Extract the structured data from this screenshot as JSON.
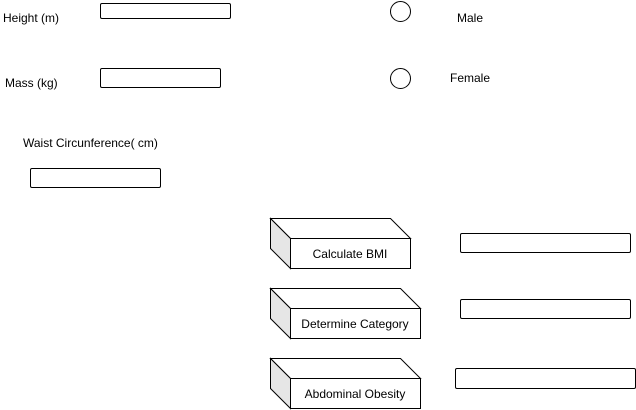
{
  "form": {
    "height_label": "Height (m)",
    "mass_label": "Mass (kg)",
    "waist_label": "Waist Circunference( cm)",
    "male_label": "Male",
    "female_label": "Female"
  },
  "actions": {
    "calculate_bmi": "Calculate BMI",
    "determine_category": "Determine Category",
    "abdominal_obesity": "Abdominal Obesity"
  },
  "colors": {
    "box_face": "#ffffff",
    "box_side": "#e6e6e6",
    "stroke": "#000000"
  }
}
